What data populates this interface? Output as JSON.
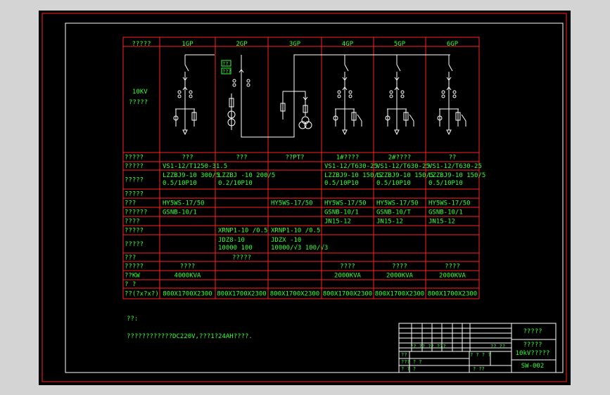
{
  "header": {
    "label": "?????",
    "cabinets": [
      "1GP",
      "2GP",
      "3GP",
      "4GP",
      "5GP",
      "6GP"
    ]
  },
  "diagram": {
    "voltage": "10KV",
    "bus_label": "?????",
    "pt_box_labels": [
      "??",
      "???"
    ]
  },
  "rows": [
    {
      "label": "?????",
      "cells": [
        [
          "???"
        ],
        [
          "???"
        ],
        [
          "??PT?"
        ],
        [
          "1#????"
        ],
        [
          "2#????"
        ],
        [
          "??"
        ]
      ]
    },
    {
      "label": "?????",
      "cells": [
        [
          "VS1-12/T1250-31.5"
        ],
        [
          ""
        ],
        [
          ""
        ],
        [
          "VS1-12/T630-25"
        ],
        [
          "VS1-12/T630-25"
        ],
        [
          "VS1-12/T630-25"
        ]
      ]
    },
    {
      "label": "?????",
      "cells": [
        [
          "LZZBJ9-10 300/5",
          "0.5/10P10"
        ],
        [
          "LZZBJ -10 200/5",
          "0.2/10P10"
        ],
        [
          ""
        ],
        [
          "LZZBJ9-10 150/5",
          "0.5/10P10"
        ],
        [
          "LZZBJ9-10 150/5",
          "0.5/10P10"
        ],
        [
          "LZZBJ9-10 150/5",
          "0.5/10P10"
        ]
      ]
    },
    {
      "label": "?????",
      "cells": [
        [
          ""
        ],
        [
          ""
        ],
        [
          ""
        ],
        [
          ""
        ],
        [
          ""
        ],
        [
          ""
        ]
      ]
    },
    {
      "label": "???",
      "cells": [
        [
          "HY5WS-17/50"
        ],
        [
          ""
        ],
        [
          "HY5WS-17/50"
        ],
        [
          "HY5WS-17/50"
        ],
        [
          "HY5WS-17/50"
        ],
        [
          "HY5WS-17/50"
        ]
      ]
    },
    {
      "label": "??????",
      "cells": [
        [
          "GSNB-10/1"
        ],
        [
          ""
        ],
        [
          ""
        ],
        [
          "GSNB-10/1"
        ],
        [
          "GSNB-10/T"
        ],
        [
          "GSNB-10/1"
        ]
      ]
    },
    {
      "label": "????",
      "cells": [
        [
          ""
        ],
        [
          ""
        ],
        [
          ""
        ],
        [
          "JN15-12"
        ],
        [
          "JN15-12"
        ],
        [
          "JN15-12"
        ]
      ]
    },
    {
      "label": "?????",
      "cells": [
        [
          ""
        ],
        [
          "XRNP1-10 /0.5"
        ],
        [
          "XRNP1-10 /0.5"
        ],
        [
          ""
        ],
        [
          ""
        ],
        [
          ""
        ]
      ]
    },
    {
      "label": "?????",
      "cells": [
        [
          ""
        ],
        [
          "JDZ8-10",
          "10000   100"
        ],
        [
          "JDZX -10",
          "10000/√3  100/√3"
        ],
        [
          ""
        ],
        [
          ""
        ],
        [
          ""
        ]
      ]
    },
    {
      "label": "???",
      "cells": [
        [
          ""
        ],
        [
          "?????"
        ],
        [
          ""
        ],
        [
          ""
        ],
        [
          ""
        ],
        [
          ""
        ]
      ]
    },
    {
      "label": "?????",
      "cells": [
        [
          "????"
        ],
        [
          ""
        ],
        [
          ""
        ],
        [
          "????"
        ],
        [
          "????"
        ],
        [
          "????"
        ]
      ]
    },
    {
      "label": "??KW",
      "cells": [
        [
          "4000KVA"
        ],
        [
          ""
        ],
        [
          ""
        ],
        [
          "2000KVA"
        ],
        [
          "2000KVA"
        ],
        [
          "2000KVA"
        ]
      ]
    },
    {
      "label": "?  ?",
      "cells": [
        [
          ""
        ],
        [
          ""
        ],
        [
          ""
        ],
        [
          ""
        ],
        [
          ""
        ],
        [
          ""
        ]
      ]
    },
    {
      "label": "??(?x?x?)",
      "cells": [
        [
          "800X1700X2300"
        ],
        [
          "800X1700X2300"
        ],
        [
          "800X1700X2300"
        ],
        [
          "800X1700X2300"
        ],
        [
          "800X1700X2300"
        ],
        [
          "800X1700X2300"
        ]
      ]
    }
  ],
  "notes": {
    "title": "??:",
    "line1": "????????????DC220V,???1?24AH????."
  },
  "title_block": {
    "main": "?????",
    "sub1": "?????",
    "sub2": "10kV?????",
    "drawing_no": "SW-002",
    "grid_labels": [
      "?? ?? ?? ???",
      "?? ??",
      "? ? ? ?",
      "??",
      "??? ? ?",
      "? ? ?",
      "? ??"
    ]
  }
}
